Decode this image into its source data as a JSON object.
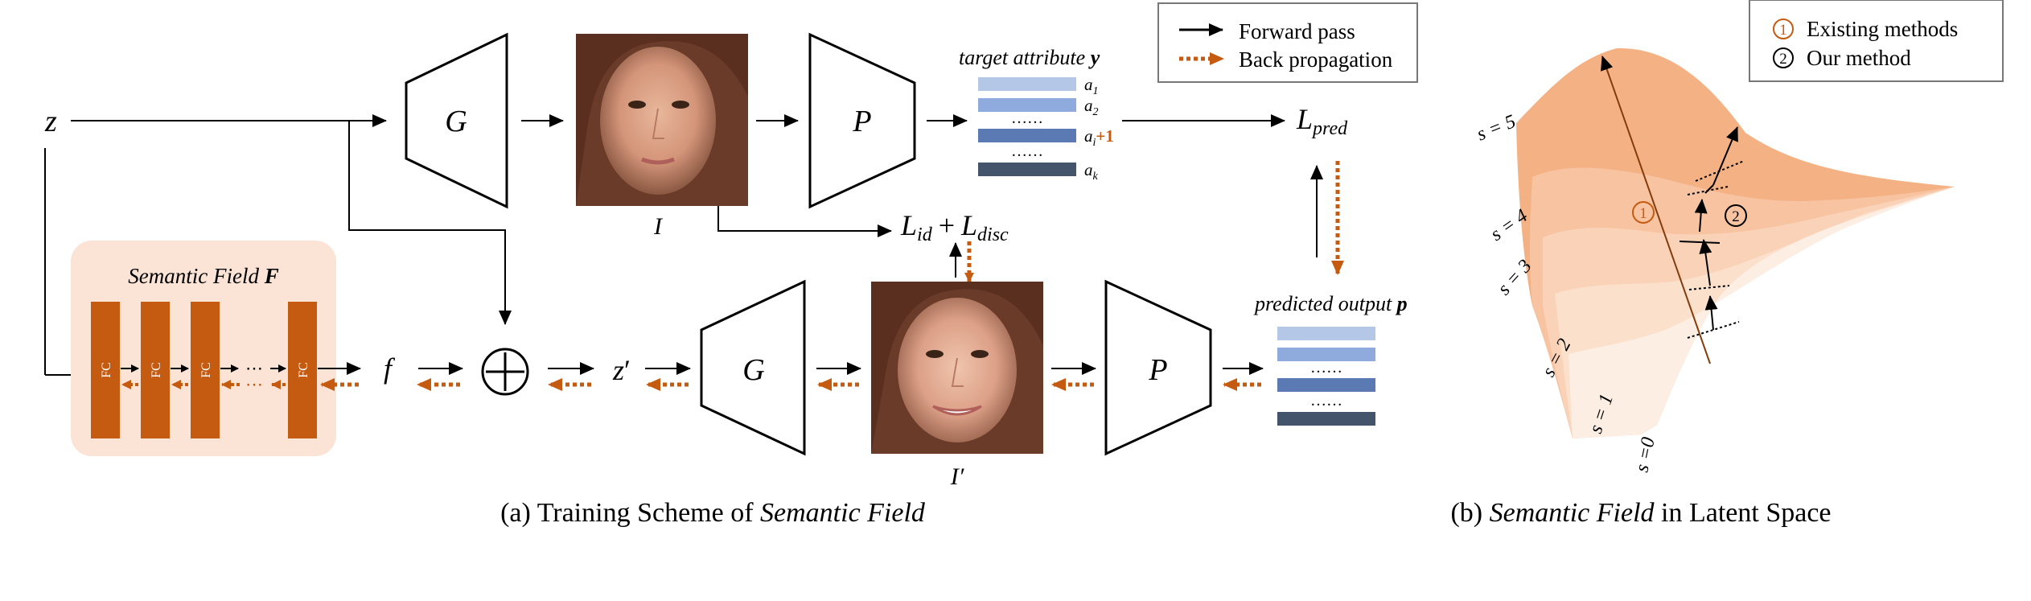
{
  "legend_a": {
    "forward": "Forward pass",
    "backward": "Back propagation"
  },
  "legend_b": {
    "item1_num": "1",
    "item1": "Existing methods",
    "item2_num": "2",
    "item2": "Our method"
  },
  "nodes": {
    "z": "z",
    "generator": "G",
    "predictor": "P",
    "image": "I",
    "image_edited": "I′",
    "f": "f",
    "z_prime": "z",
    "z_prime_mark": "′",
    "fc": "FC",
    "dots": "⋯",
    "semantic_field_title": "Semantic Field",
    "semantic_field_symbol": "F",
    "target_attr_title": "target attribute",
    "target_attr_symbol": "y",
    "predicted_title": "predicted output",
    "predicted_symbol": "p"
  },
  "attributes": {
    "a1": "a",
    "a1_sub": "1",
    "a2": "a",
    "a2_sub": "2",
    "dots1": "……",
    "ai": "a",
    "ai_sub": "i",
    "ai_plus": "+1",
    "dots2": "……",
    "ak": "a",
    "ak_sub": "k",
    "dots_pred1": "……",
    "dots_pred2": "……"
  },
  "losses": {
    "pred": "L",
    "pred_sub": "pred",
    "id": "L",
    "id_sub": "id",
    "plus": "+",
    "disc": "L",
    "disc_sub": "disc"
  },
  "latent": {
    "s0": "s =0",
    "s1": "s = 1",
    "s2": "s = 2",
    "s3": "s = 3",
    "s4": "s = 4",
    "s5": "s = 5",
    "marker1": "1",
    "marker2": "2"
  },
  "captions": {
    "a_prefix": "(a) Training Scheme of ",
    "a_italic": "Semantic Field",
    "b_prefix": "(b) ",
    "b_italic": "Semantic Field",
    "b_suffix": " in Latent Space"
  },
  "colors": {
    "arrow_forward": "#000000",
    "arrow_backward": "#c55a11",
    "fc_block": "#c55a11",
    "semantic_field_bg": "#fbe3d6",
    "bar_light": "#b4c7e7",
    "bar_mid": "#8faadc",
    "bar_dark": "#5b7ab3",
    "bar_darkest": "#44546a",
    "surface_s5": "#f4b183",
    "marker1": "#c55a11"
  }
}
